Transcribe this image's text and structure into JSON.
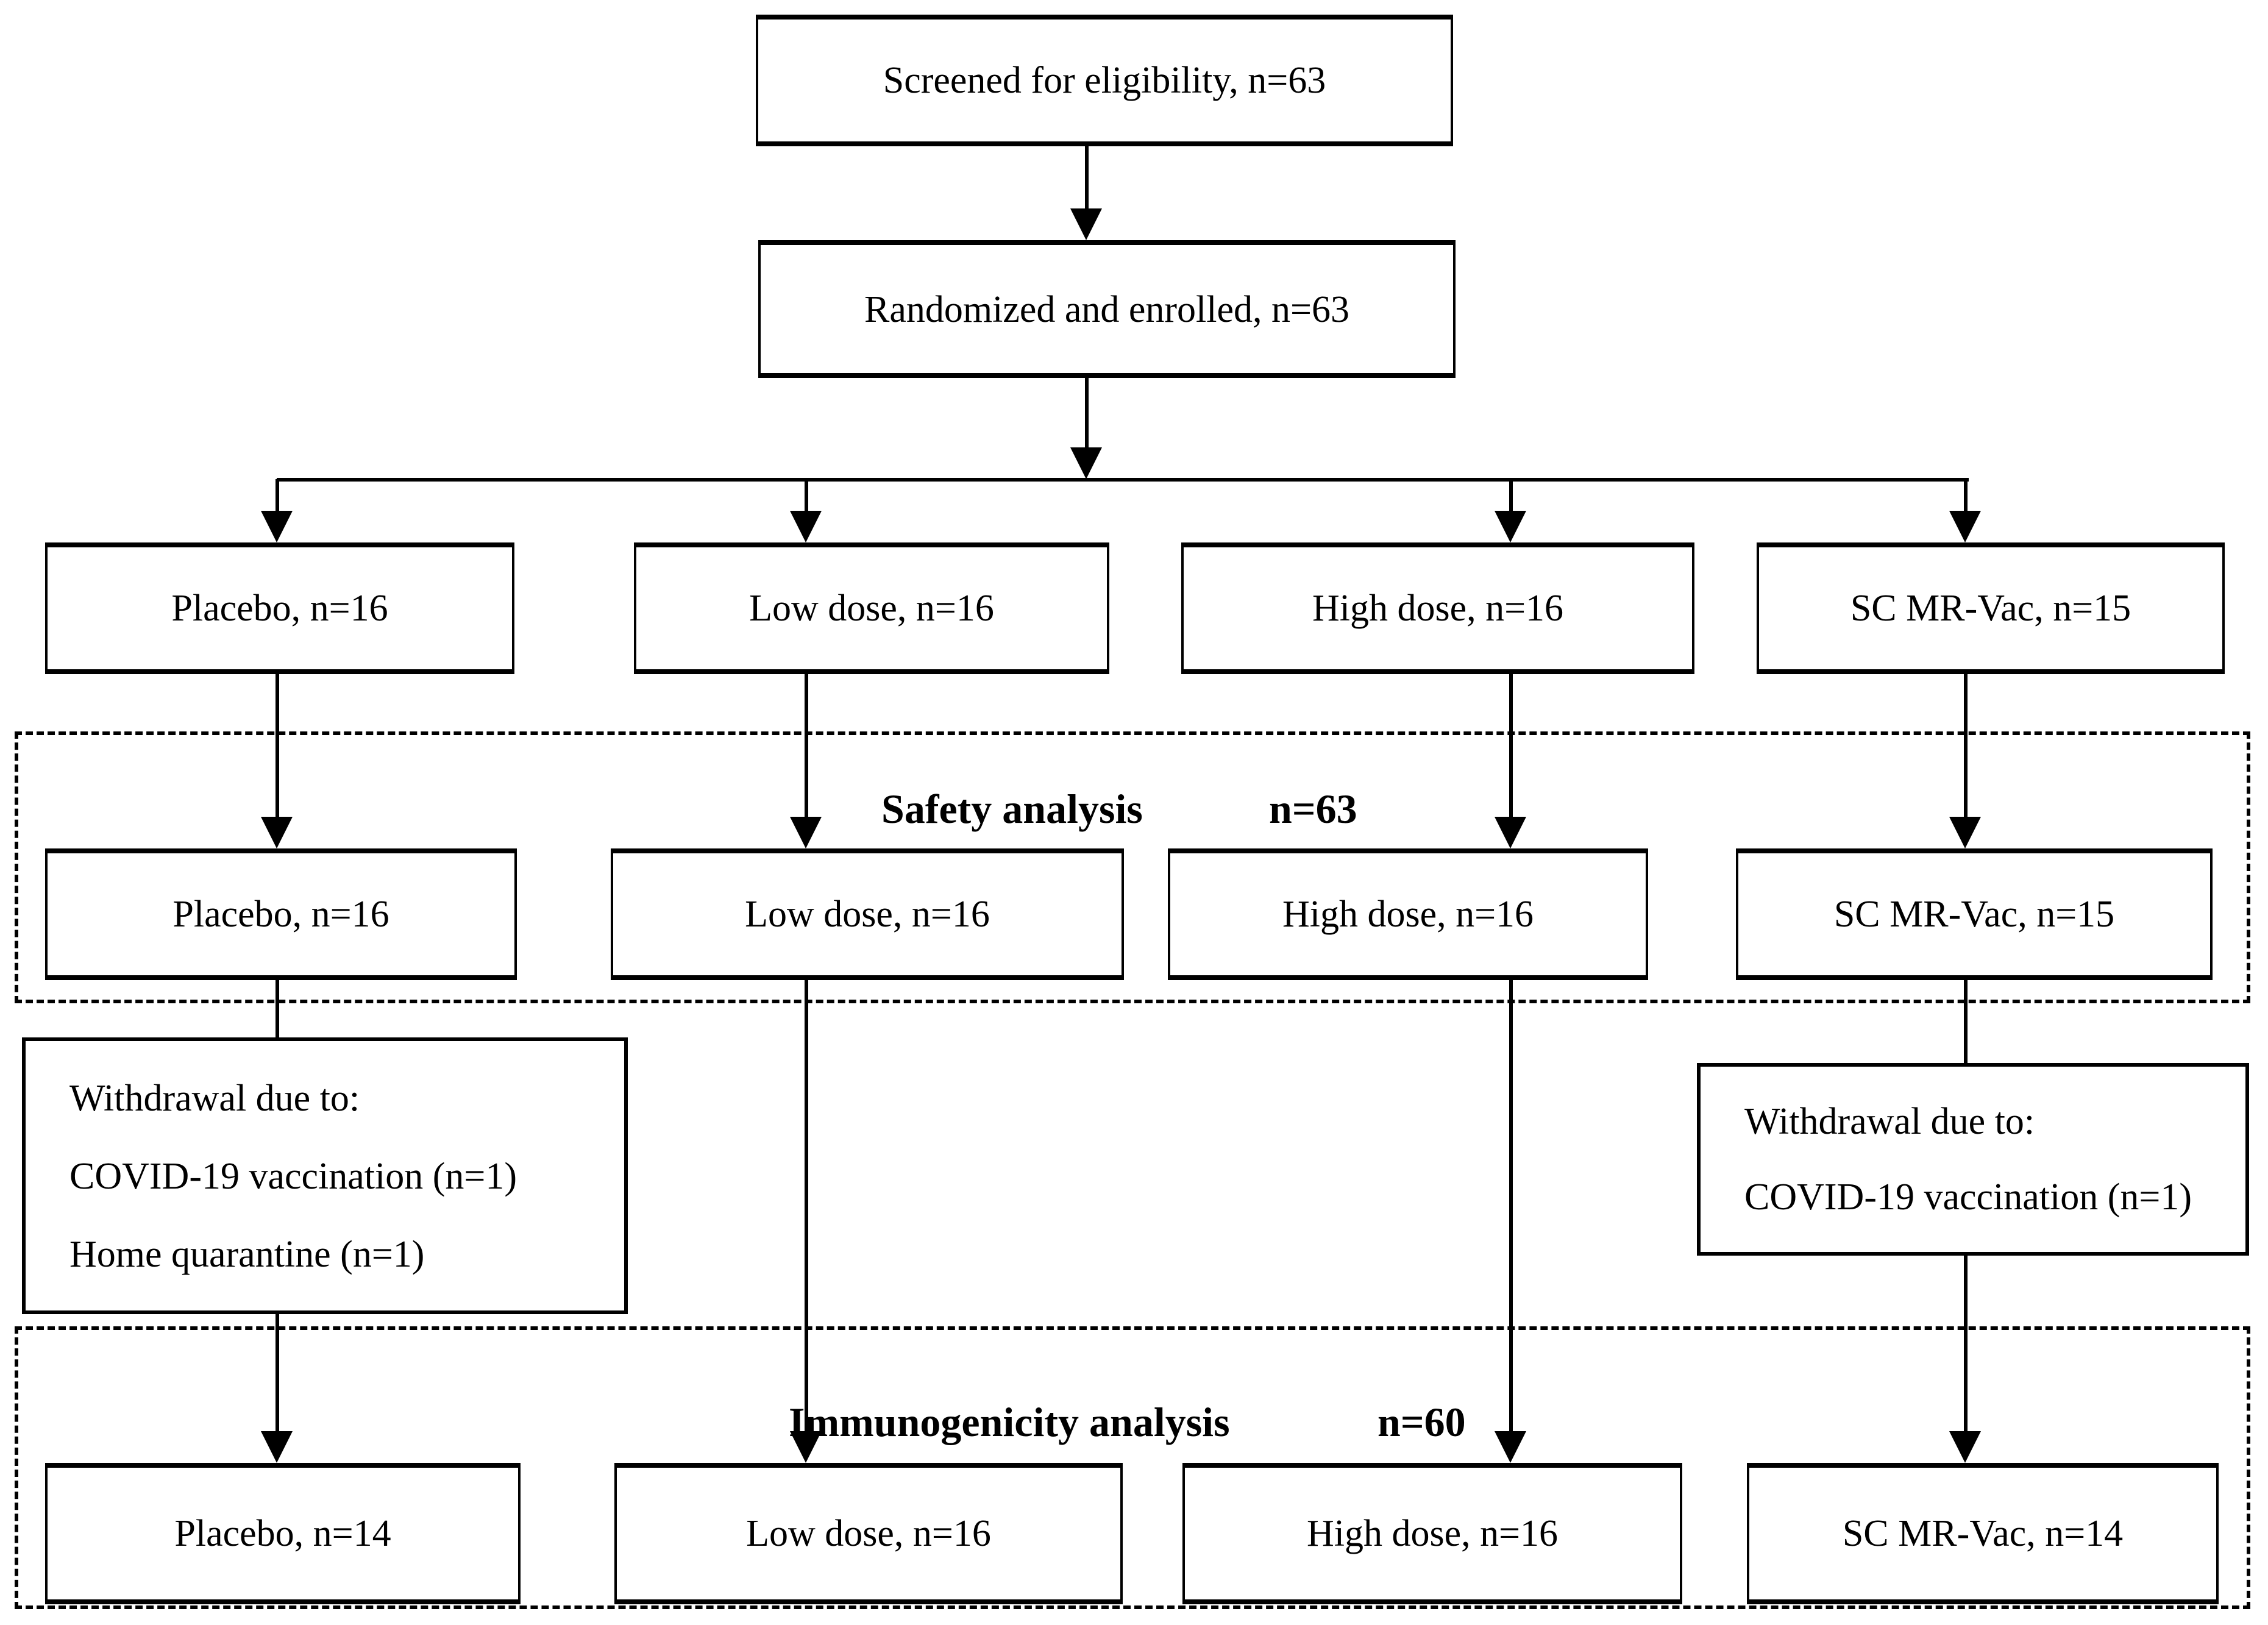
{
  "diagram": {
    "screened_box": "Screened for eligibility, n=63",
    "randomized_box": "Randomized and enrolled, n=63",
    "arm_boxes": [
      "Placebo, n=16",
      "Low dose, n=16",
      "High dose, n=16",
      "SC MR-Vac, n=15"
    ],
    "safety_section": {
      "label": "Safety analysis",
      "n_label": "n=63",
      "boxes": [
        "Placebo, n=16",
        "Low dose, n=16",
        "High dose, n=16",
        "SC MR-Vac, n=15"
      ]
    },
    "withdrawal_left_box": {
      "lines": [
        "Withdrawal due to:",
        "COVID-19 vaccination (n=1)",
        "Home quarantine (n=1)"
      ]
    },
    "withdrawal_right_box": {
      "lines": [
        "Withdrawal due to:",
        "COVID-19 vaccination (n=1)"
      ]
    },
    "immunogenicity_section": {
      "label": "Immunogenicity analysis",
      "n_label": "n=60",
      "boxes": [
        "Placebo, n=14",
        "Low dose, n=16",
        "High dose, n=16",
        "SC MR-Vac, n=14"
      ]
    },
    "colors": {
      "line": "#000000",
      "background": "#ffffff",
      "text": "#000000"
    }
  }
}
